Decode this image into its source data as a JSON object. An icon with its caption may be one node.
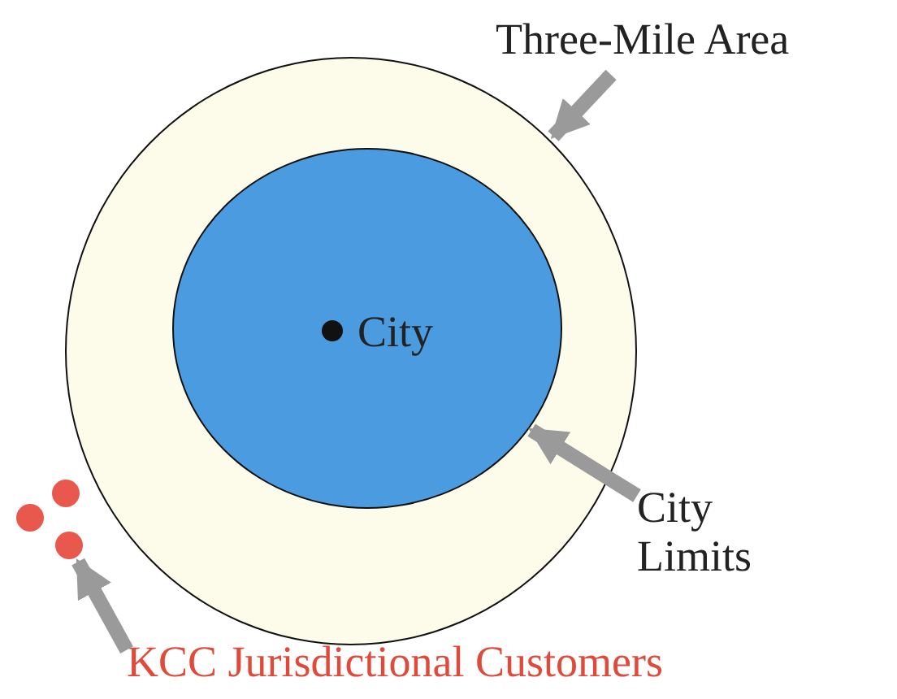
{
  "diagram": {
    "nodes": [
      {
        "text": [
          "Three-Mile Area"
        ]
      },
      {
        "text": [],
        "shape": "circle"
      },
      {
        "text": [],
        "shape": "circle",
        "in": 1
      },
      {
        "text": [
          "City"
        ],
        "in": 2
      },
      {
        "text": [
          "City Limits"
        ]
      },
      {
        "text": [],
        "shape": "circle"
      },
      {
        "text": [],
        "shape": "circle"
      },
      {
        "text": [],
        "shape": "circle"
      },
      {
        "text": [
          "KCC Jurisdictional Customers"
        ]
      }
    ],
    "edges": [
      {
        "from": 0,
        "to": 1,
        "arrow": "to"
      },
      {
        "from": 4,
        "to": 2,
        "arrow": "to"
      },
      {
        "from": 8,
        "to": 7,
        "arrow": "to"
      }
    ]
  }
}
